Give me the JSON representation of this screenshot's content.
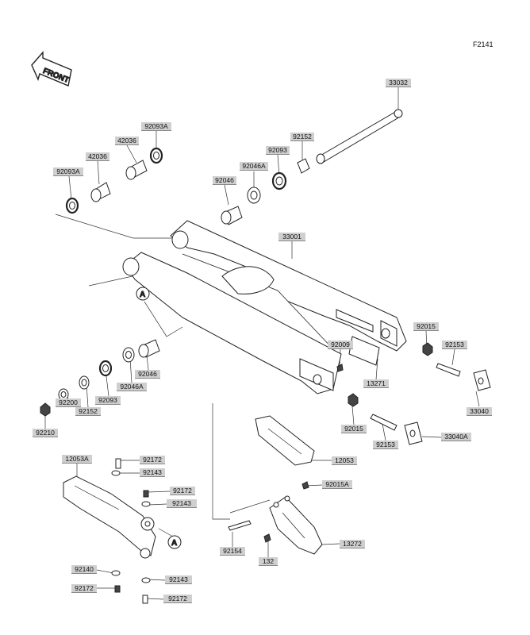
{
  "figure_code": "F2141",
  "front_label": "FRONT",
  "ref_marker": "A",
  "parts": [
    {
      "id": "p33032",
      "label": "33032"
    },
    {
      "id": "p92152a",
      "label": "92152"
    },
    {
      "id": "p92093",
      "label": "92093"
    },
    {
      "id": "p92046Atop",
      "label": "92046A"
    },
    {
      "id": "p92046top",
      "label": "92046"
    },
    {
      "id": "p92093A",
      "label": "92093A"
    },
    {
      "id": "p42036a",
      "label": "42036"
    },
    {
      "id": "p42036b",
      "label": "42036"
    },
    {
      "id": "p92093Aleft",
      "label": "92093A"
    },
    {
      "id": "p33001",
      "label": "33001"
    },
    {
      "id": "p92015a",
      "label": "92015"
    },
    {
      "id": "p92009",
      "label": "92009"
    },
    {
      "id": "p92153a",
      "label": "92153"
    },
    {
      "id": "p13271",
      "label": "13271"
    },
    {
      "id": "p33040",
      "label": "33040"
    },
    {
      "id": "p92046low",
      "label": "92046"
    },
    {
      "id": "p92046Alow",
      "label": "92046A"
    },
    {
      "id": "p92093low",
      "label": "92093"
    },
    {
      "id": "p92152b",
      "label": "92152"
    },
    {
      "id": "p92200",
      "label": "92200"
    },
    {
      "id": "p92210",
      "label": "92210"
    },
    {
      "id": "p92015b",
      "label": "92015"
    },
    {
      "id": "p92153b",
      "label": "92153"
    },
    {
      "id": "p33040A",
      "label": "33040A"
    },
    {
      "id": "p12053",
      "label": "12053"
    },
    {
      "id": "p12053A",
      "label": "12053A"
    },
    {
      "id": "p92172a",
      "label": "92172"
    },
    {
      "id": "p92143a",
      "label": "92143"
    },
    {
      "id": "p92172b",
      "label": "92172"
    },
    {
      "id": "p92143b",
      "label": "92143"
    },
    {
      "id": "p92015A",
      "label": "92015A"
    },
    {
      "id": "p13272",
      "label": "13272"
    },
    {
      "id": "p92154",
      "label": "92154"
    },
    {
      "id": "p132",
      "label": "132"
    },
    {
      "id": "p92140",
      "label": "92140"
    },
    {
      "id": "p92143c",
      "label": "92143"
    },
    {
      "id": "p92172c",
      "label": "92172"
    },
    {
      "id": "p92172d",
      "label": "92172"
    }
  ]
}
